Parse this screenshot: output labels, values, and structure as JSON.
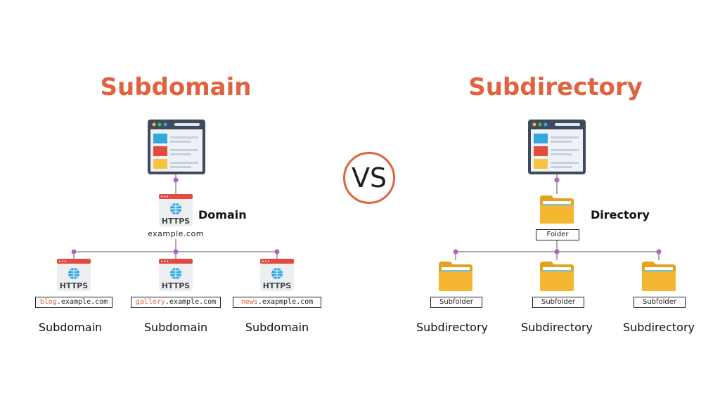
{
  "left": {
    "title": "Subdomain",
    "root_label": "Domain",
    "root_badge": "HTTPS",
    "root_url": "example.com",
    "children": [
      {
        "badge": "HTTPS",
        "url_prefix": "blog",
        "url_suffix": ".example.com",
        "caption": "Subdomain"
      },
      {
        "badge": "HTTPS",
        "url_prefix": "gallery",
        "url_suffix": ".example.com",
        "caption": "Subdomain"
      },
      {
        "badge": "HTTPS",
        "url_prefix": "news",
        "url_suffix": ".exapmple.com",
        "caption": "Subdomain"
      }
    ]
  },
  "vs": "VS",
  "right": {
    "title": "Subdirectory",
    "root_label": "Directory",
    "root_box": "Folder",
    "children": [
      {
        "box": "Subfolder",
        "caption": "Subdirectory"
      },
      {
        "box": "Subfolder",
        "caption": "Subdirectory"
      },
      {
        "box": "Subfolder",
        "caption": "Subdirectory"
      }
    ]
  },
  "colors": {
    "accent": "#e0623e",
    "connector": "#b060c8",
    "folder": "#f5b731",
    "window_frame": "#3e4b5c"
  }
}
